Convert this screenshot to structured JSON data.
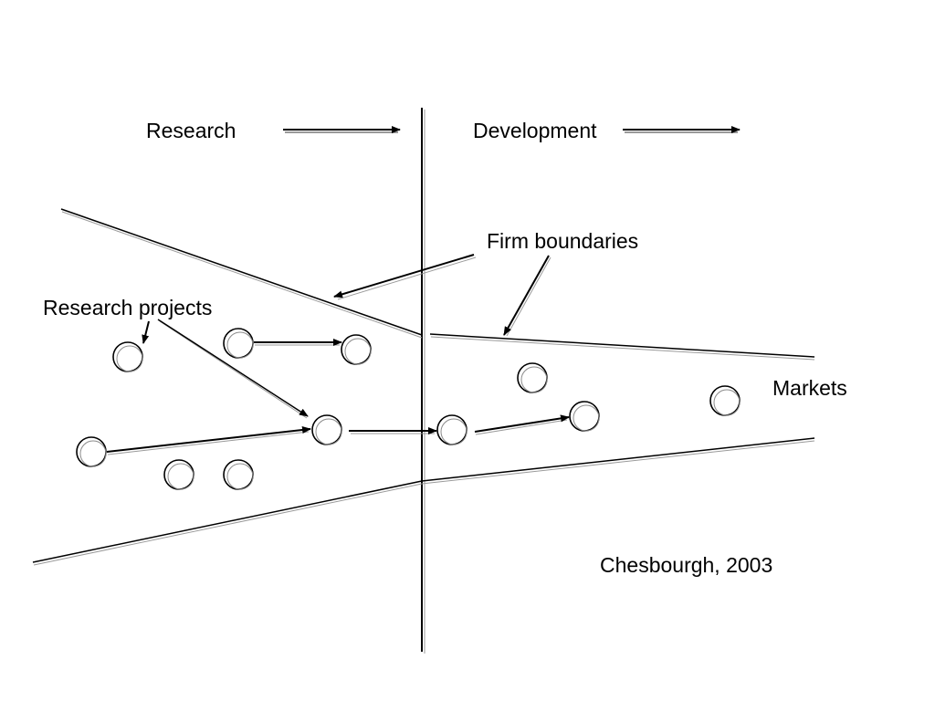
{
  "labels": {
    "research": "Research",
    "development": "Development",
    "firm_boundaries": "Firm boundaries",
    "research_projects": "Research projects",
    "markets": "Markets",
    "citation": "Chesbourgh, 2003"
  },
  "colors": {
    "ink": "#000000",
    "shadow": "#9a9a9a",
    "background": "#ffffff"
  }
}
